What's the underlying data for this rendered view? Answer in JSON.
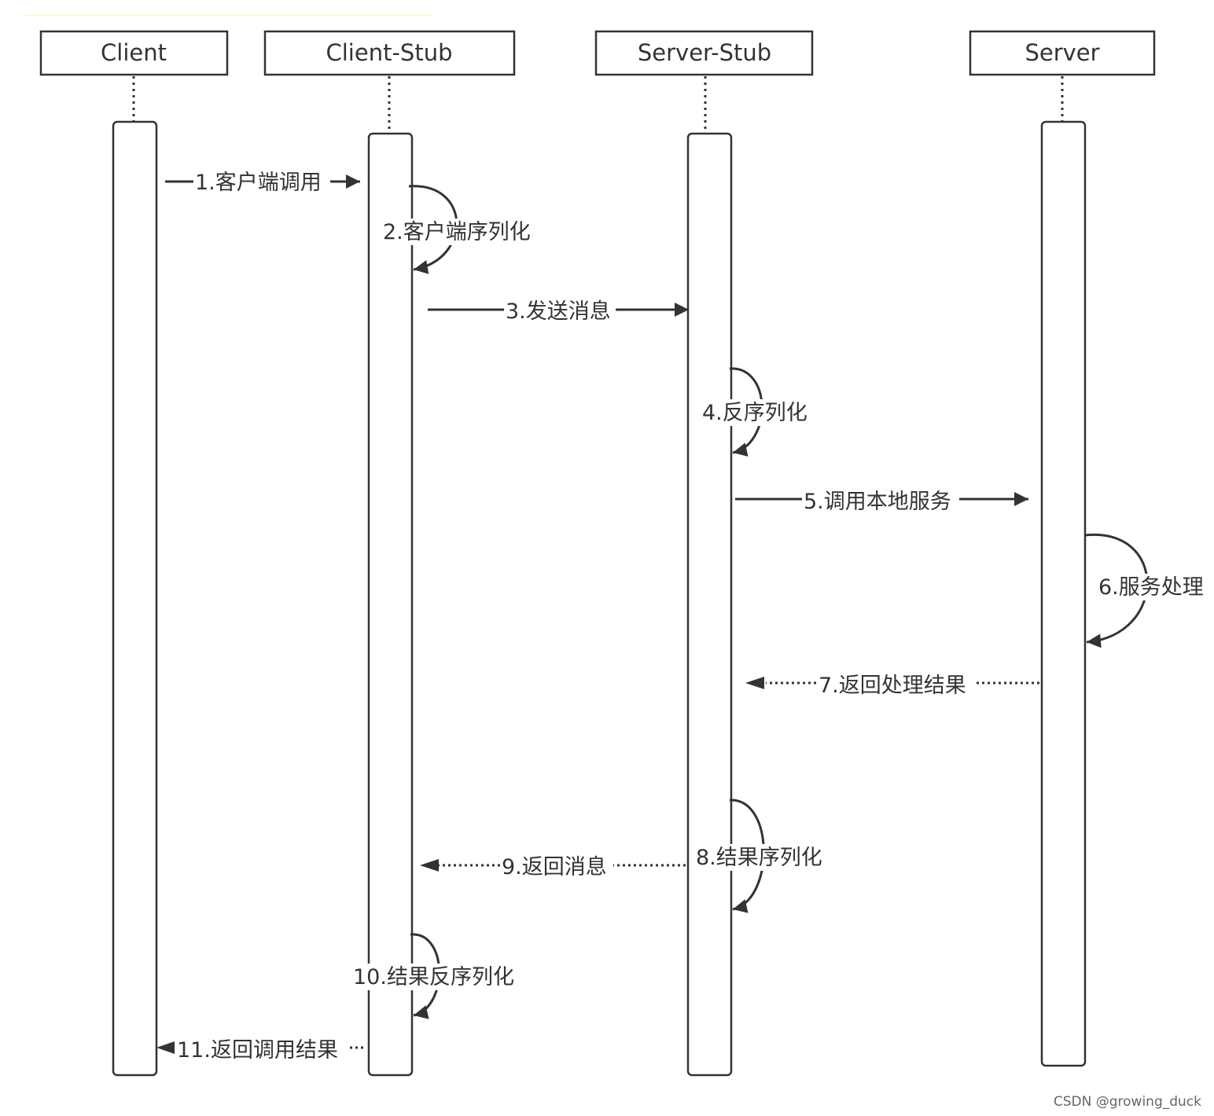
{
  "participants": [
    {
      "id": "client",
      "label": "Client"
    },
    {
      "id": "client_stub",
      "label": "Client-Stub"
    },
    {
      "id": "server_stub",
      "label": "Server-Stub"
    },
    {
      "id": "server",
      "label": "Server"
    }
  ],
  "messages": [
    {
      "id": "m1",
      "label": "1.客户端调用",
      "from": "client",
      "to": "client_stub",
      "style": "solid"
    },
    {
      "id": "m2",
      "label": "2.客户端序列化",
      "from": "client_stub",
      "to": "client_stub",
      "style": "self"
    },
    {
      "id": "m3",
      "label": "3.发送消息",
      "from": "client_stub",
      "to": "server_stub",
      "style": "solid"
    },
    {
      "id": "m4",
      "label": "4.反序列化",
      "from": "server_stub",
      "to": "server_stub",
      "style": "self"
    },
    {
      "id": "m5",
      "label": "5.调用本地服务",
      "from": "server_stub",
      "to": "server",
      "style": "solid"
    },
    {
      "id": "m6",
      "label": "6.服务处理",
      "from": "server",
      "to": "server",
      "style": "self"
    },
    {
      "id": "m7",
      "label": "7.返回处理结果",
      "from": "server",
      "to": "server_stub",
      "style": "dotted"
    },
    {
      "id": "m8",
      "label": "8.结果序列化",
      "from": "server_stub",
      "to": "server_stub",
      "style": "self"
    },
    {
      "id": "m9",
      "label": "9.返回消息",
      "from": "server_stub",
      "to": "client_stub",
      "style": "dotted"
    },
    {
      "id": "m10",
      "label": "10.结果反序列化",
      "from": "client_stub",
      "to": "client_stub",
      "style": "self"
    },
    {
      "id": "m11",
      "label": "11.返回调用结果",
      "from": "client_stub",
      "to": "client",
      "style": "dotted"
    }
  ],
  "watermark": "CSDN @growing_duck",
  "colors": {
    "line": "#333333",
    "text": "#333333",
    "box_fill": "#ffffff",
    "highlight": "#fffbcc"
  }
}
